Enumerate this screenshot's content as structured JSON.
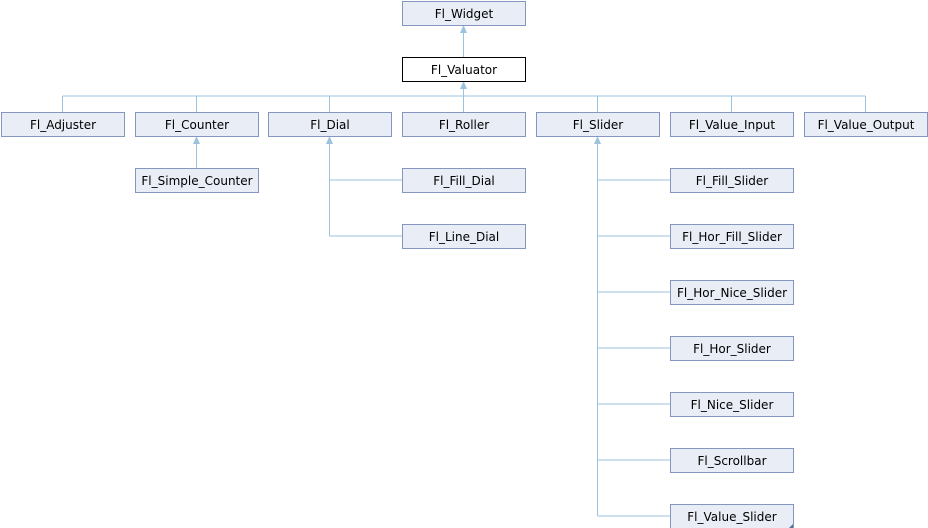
{
  "diagram": {
    "nodes": [
      {
        "id": "widget",
        "label": "Fl_Widget"
      },
      {
        "id": "valuator",
        "label": "Fl_Valuator",
        "current": true
      },
      {
        "id": "adjuster",
        "label": "Fl_Adjuster"
      },
      {
        "id": "counter",
        "label": "Fl_Counter"
      },
      {
        "id": "dial",
        "label": "Fl_Dial"
      },
      {
        "id": "roller",
        "label": "Fl_Roller"
      },
      {
        "id": "slider",
        "label": "Fl_Slider"
      },
      {
        "id": "value_input",
        "label": "Fl_Value_Input"
      },
      {
        "id": "value_output",
        "label": "Fl_Value_Output"
      },
      {
        "id": "simple_counter",
        "label": "Fl_Simple_Counter"
      },
      {
        "id": "fill_dial",
        "label": "Fl_Fill_Dial"
      },
      {
        "id": "line_dial",
        "label": "Fl_Line_Dial"
      },
      {
        "id": "fill_slider",
        "label": "Fl_Fill_Slider"
      },
      {
        "id": "hor_fill_slider",
        "label": "Fl_Hor_Fill_Slider"
      },
      {
        "id": "hor_nice_slider",
        "label": "Fl_Hor_Nice_Slider"
      },
      {
        "id": "hor_slider",
        "label": "Fl_Hor_Slider"
      },
      {
        "id": "nice_slider",
        "label": "Fl_Nice_Slider"
      },
      {
        "id": "scrollbar",
        "label": "Fl_Scrollbar"
      },
      {
        "id": "value_slider",
        "label": "Fl_Value_Slider",
        "has_more": true
      }
    ],
    "edges": [
      {
        "from": "valuator",
        "to": "widget"
      },
      {
        "from": "adjuster",
        "to": "valuator"
      },
      {
        "from": "counter",
        "to": "valuator"
      },
      {
        "from": "dial",
        "to": "valuator"
      },
      {
        "from": "roller",
        "to": "valuator"
      },
      {
        "from": "slider",
        "to": "valuator"
      },
      {
        "from": "value_input",
        "to": "valuator"
      },
      {
        "from": "value_output",
        "to": "valuator"
      },
      {
        "from": "simple_counter",
        "to": "counter"
      },
      {
        "from": "fill_dial",
        "to": "dial"
      },
      {
        "from": "line_dial",
        "to": "dial"
      },
      {
        "from": "fill_slider",
        "to": "slider"
      },
      {
        "from": "hor_fill_slider",
        "to": "slider"
      },
      {
        "from": "hor_nice_slider",
        "to": "slider"
      },
      {
        "from": "hor_slider",
        "to": "slider"
      },
      {
        "from": "nice_slider",
        "to": "slider"
      },
      {
        "from": "scrollbar",
        "to": "slider"
      },
      {
        "from": "value_slider",
        "to": "slider"
      }
    ],
    "colors": {
      "node_fill": "#e8edf6",
      "node_border": "#8597c0",
      "current_border": "#000000",
      "edge": "#9cc3de"
    }
  }
}
